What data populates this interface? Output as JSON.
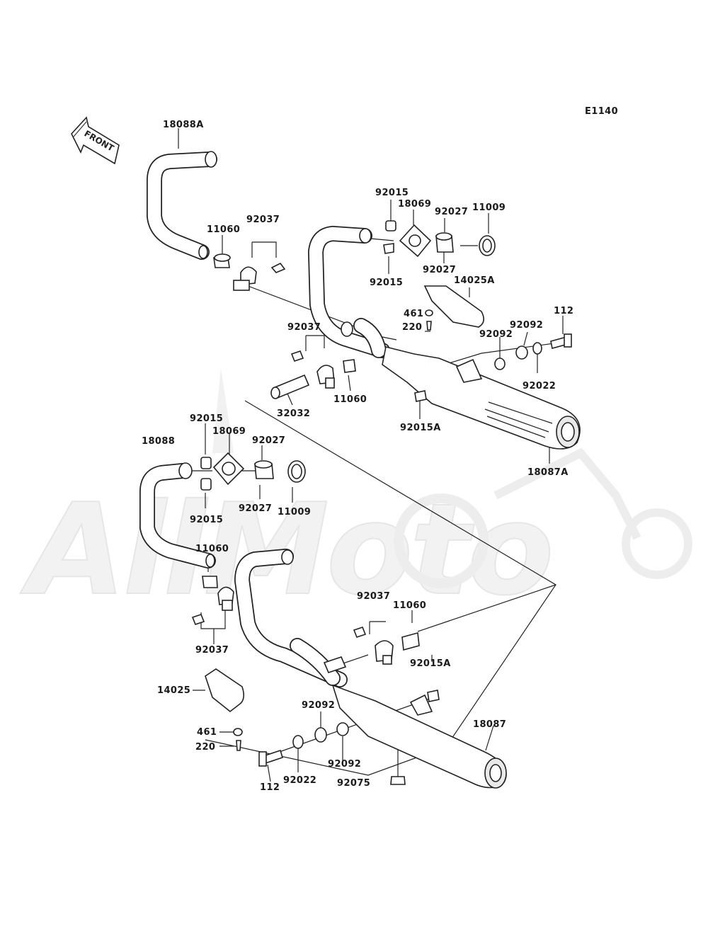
{
  "diagram": {
    "code": "E1140",
    "front_arrow": "FRONT",
    "watermark": "AllMoto",
    "upper_assembly": {
      "labels": {
        "pipe": "18088A",
        "muffler": "18087A",
        "holder_top": "92015",
        "flange": "18069",
        "collar_top": "92027",
        "gasket": "11009",
        "collar_bottom": "92027",
        "holder_bottom": "92015",
        "bushing_left": "11060",
        "clamp_left": "92037",
        "heat_cover": "14025A",
        "washer": "461",
        "screw": "220",
        "clamp_mid": "92037",
        "pipe_joint": "32032",
        "bushing_mid": "11060",
        "nut": "92015A",
        "damper_left": "92092",
        "damper_right": "92092",
        "collar_washer": "92022",
        "bolt": "112"
      }
    },
    "lower_assembly": {
      "labels": {
        "pipe": "18088",
        "holder_top": "92015",
        "flange": "18069",
        "collar_top": "92027",
        "collar_bottom": "92027",
        "gasket": "11009",
        "holder_bottom": "92015",
        "bushing_left": "11060",
        "clamp_left": "92037",
        "clamp_right": "92037",
        "bushing_right": "11060",
        "nut": "92015A",
        "heat_cover": "14025",
        "washer": "461",
        "screw": "220",
        "damper_left": "92092",
        "damper_right": "92092",
        "muffler": "18087",
        "bolt": "112",
        "collar_washer": "92022",
        "cap": "92075"
      }
    }
  }
}
